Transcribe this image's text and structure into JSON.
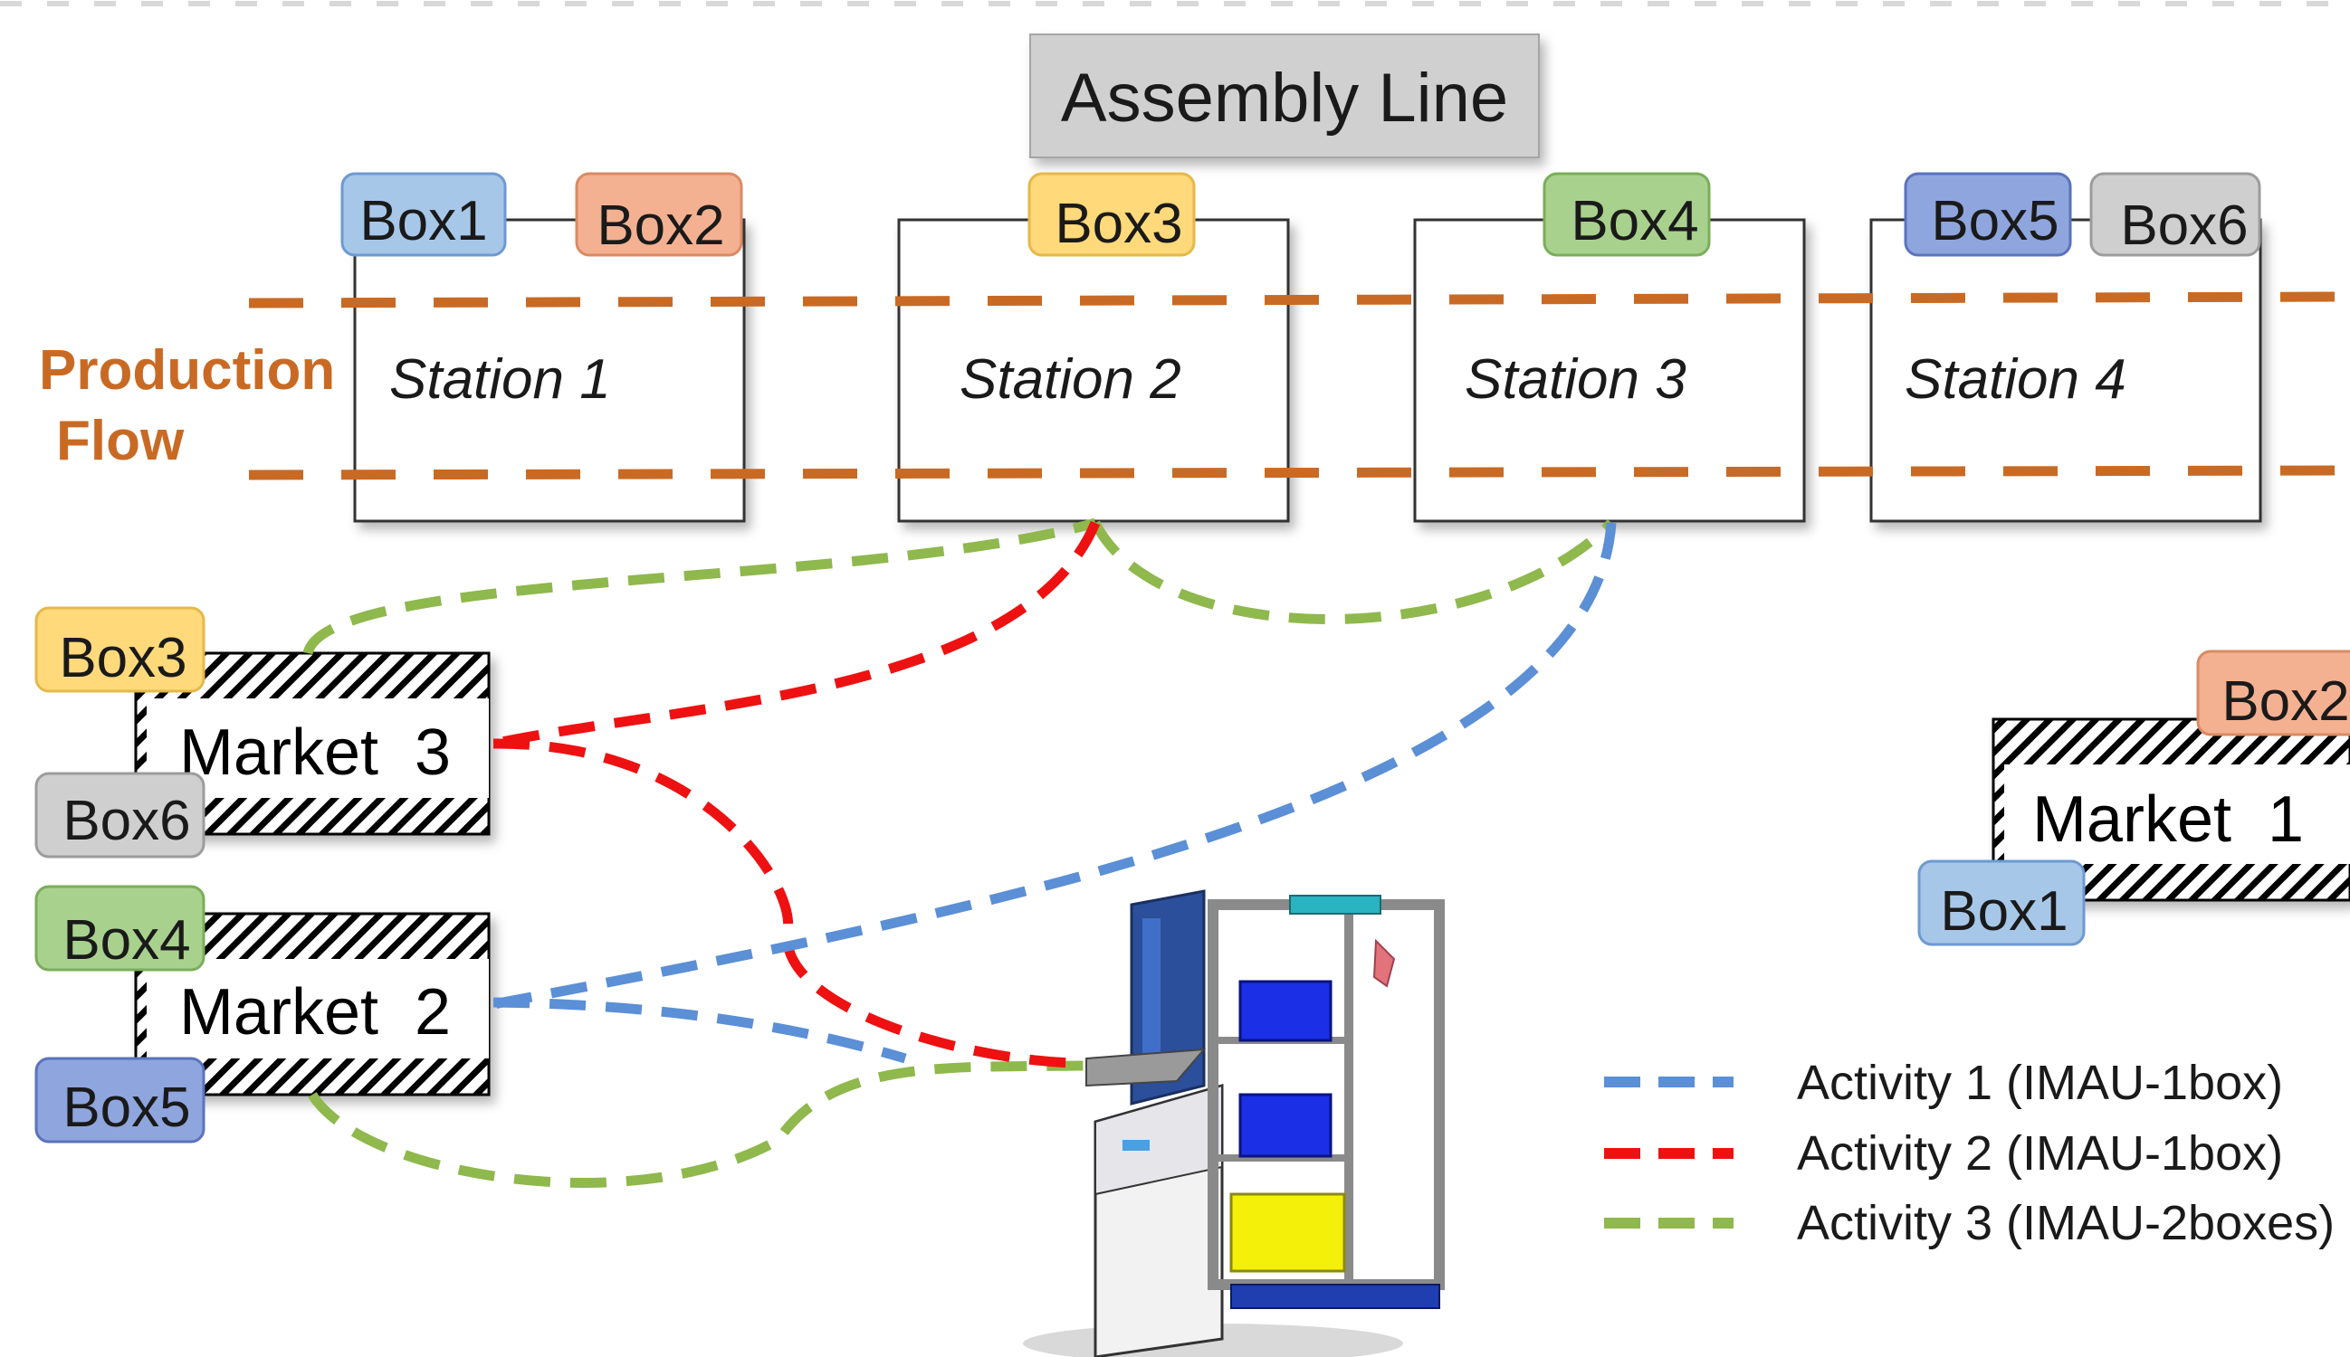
{
  "title": "Assembly Line",
  "production_flow": [
    "Production",
    "Flow"
  ],
  "stations": [
    {
      "label": "Station 1",
      "boxes": [
        "Box1",
        "Box2"
      ]
    },
    {
      "label": "Station 2",
      "boxes": [
        "Box3"
      ]
    },
    {
      "label": "Station 3",
      "boxes": [
        "Box4"
      ]
    },
    {
      "label": "Station 4",
      "boxes": [
        "Box5",
        "Box6"
      ]
    }
  ],
  "markets": [
    {
      "label": "Market  3",
      "boxes": [
        "Box3",
        "Box6"
      ]
    },
    {
      "label": "Market  2",
      "boxes": [
        "Box4",
        "Box5"
      ]
    },
    {
      "label": "Market  1",
      "boxes": [
        "Box2",
        "Box1"
      ]
    }
  ],
  "legend": [
    {
      "label": "Activity 1 (IMAU-1box)",
      "color": "#5b8fd6"
    },
    {
      "label": "Activity 2 (IMAU-1box)",
      "color": "#ee1111"
    },
    {
      "label": "Activity 3 (IMAU-2boxes)",
      "color": "#8fb84d"
    }
  ],
  "colors": {
    "flow": "#c96a24",
    "box1": "#a7c7e8",
    "box2": "#f4b191",
    "box3": "#ffd97a",
    "box4": "#a9d18e",
    "box5": "#8fa5de",
    "box6": "#cfcfcf"
  },
  "robot_icon": "mobile-manipulator-robot"
}
